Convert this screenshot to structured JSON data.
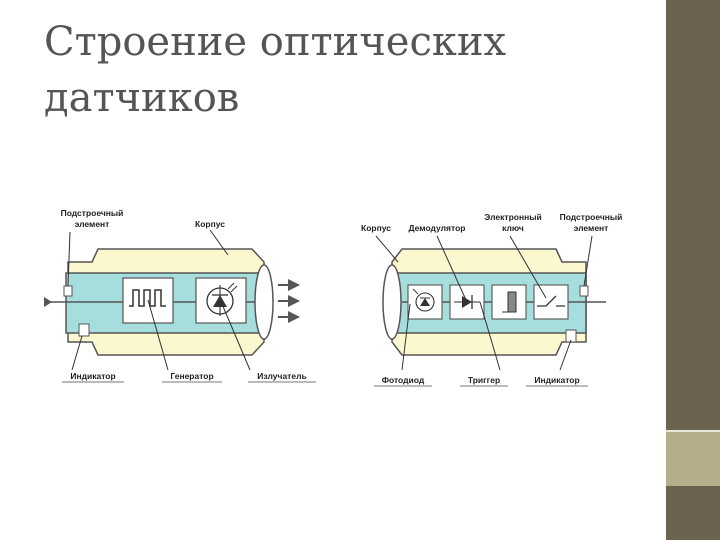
{
  "slide": {
    "title": "Строение оптических датчиков"
  },
  "left_diagram": {
    "labels": {
      "tuning_element": [
        "Подстроечный",
        "элемент"
      ],
      "housing": "Корпус",
      "indicator": "Индикатор",
      "generator": "Генератор",
      "emitter": "Излучатель"
    }
  },
  "right_diagram": {
    "labels": {
      "housing": "Корпус",
      "demodulator": "Демодулятор",
      "electronic_switch": [
        "Электронный",
        "ключ"
      ],
      "tuning_element": [
        "Подстроечный",
        "элемент"
      ],
      "photodiode": "Фотодиод",
      "trigger": "Триггер",
      "indicator": "Индикатор"
    }
  },
  "colors": {
    "housing_fill": "#fbf7cf",
    "core_fill": "#a6dddd",
    "outline": "#555555",
    "sidebar": "#6b6350",
    "sidebar_accent": "#b5ae88"
  }
}
